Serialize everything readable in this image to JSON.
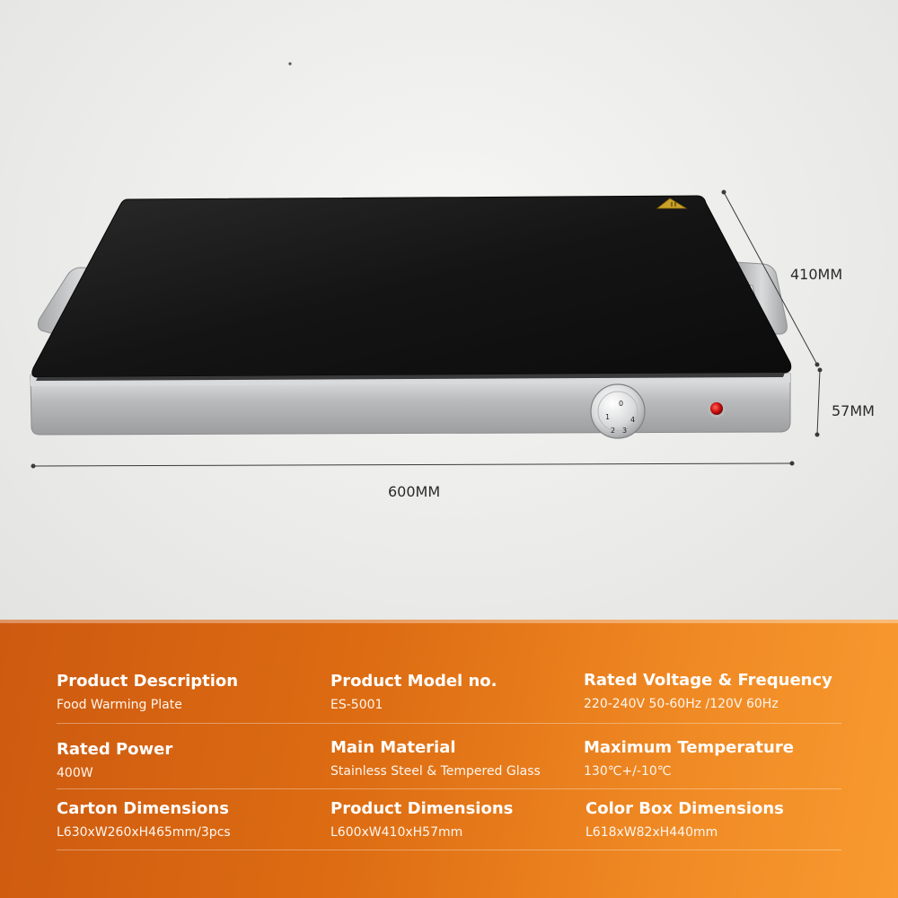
{
  "dimensions": {
    "depth": "410MM",
    "height": "57MM",
    "width": "600MM"
  },
  "knob_marks": [
    "0",
    "1",
    "2",
    "3",
    "4"
  ],
  "specs": [
    {
      "label": "Product Description",
      "value": "Food Warming Plate"
    },
    {
      "label": "Product Model no.",
      "value": "ES-5001"
    },
    {
      "label": "Rated Voltage & Frequency",
      "value": "220-240V 50-60Hz /120V 60Hz"
    },
    {
      "label": "Rated Power",
      "value": "400W"
    },
    {
      "label": "Main Material",
      "value": "Stainless Steel & Tempered Glass"
    },
    {
      "label": "Maximum Temperature",
      "value": "130℃+/-10℃"
    },
    {
      "label": "Carton Dimensions",
      "value": "L630xW260xH465mm/3pcs"
    },
    {
      "label": "Product Dimensions",
      "value": "L600xW410xH57mm"
    },
    {
      "label": "Color Box Dimensions",
      "value": "L618xW82xH440mm"
    }
  ],
  "colors": {
    "panel_start": "#cd5a10",
    "panel_end": "#f89a30",
    "glass": "#161616",
    "steel": "#c9cacb",
    "indicator": "#d01010"
  },
  "icons": [
    "warning-triangle-icon",
    "temperature-knob-icon",
    "power-indicator-icon"
  ]
}
